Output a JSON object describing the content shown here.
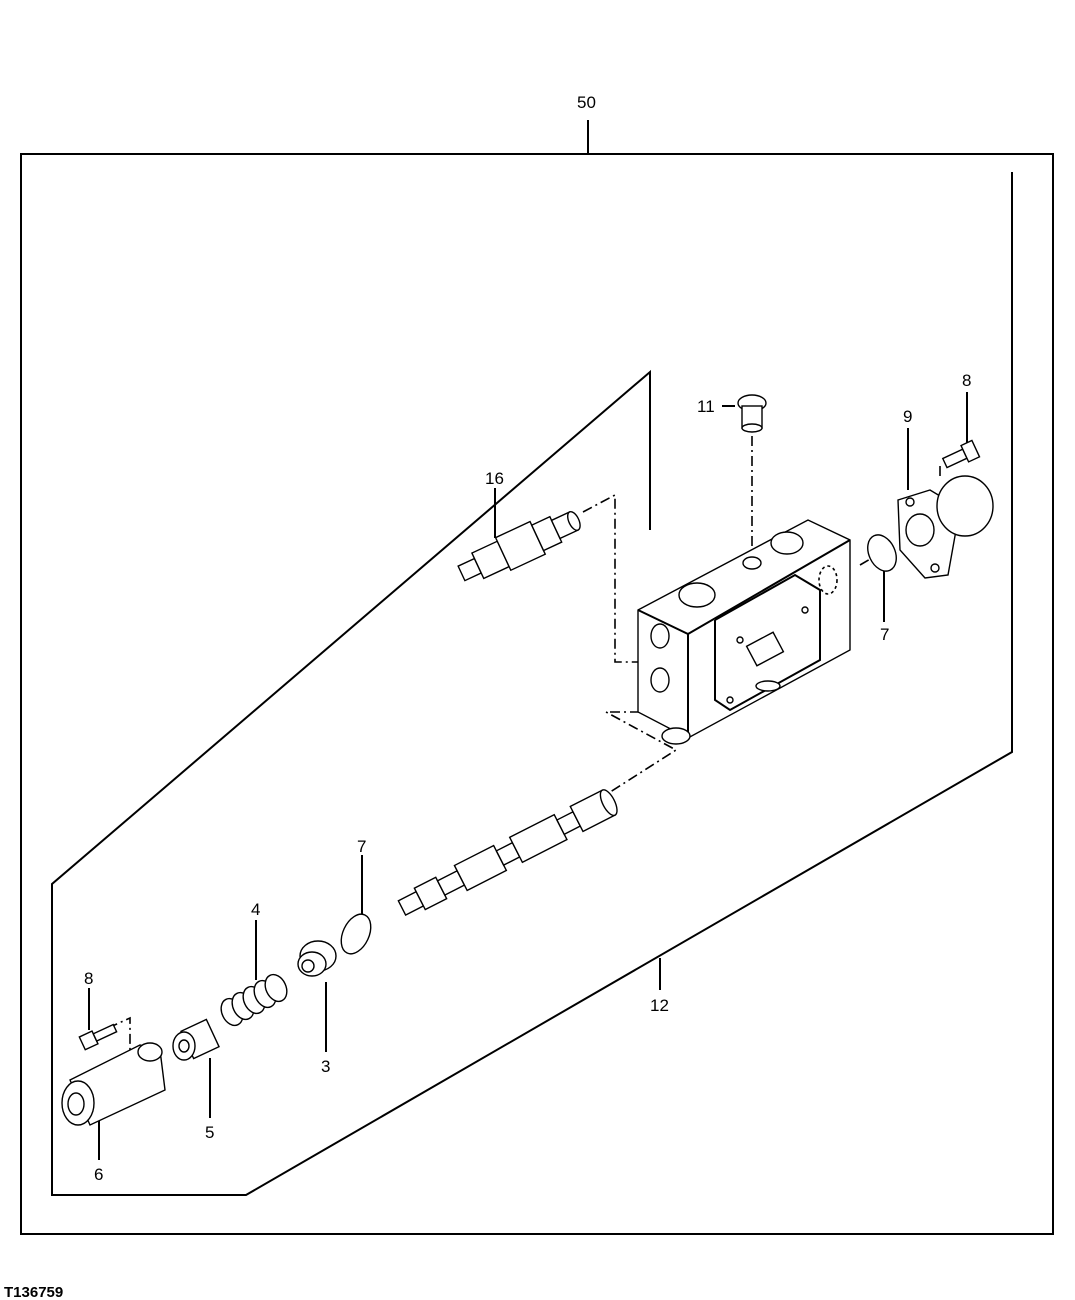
{
  "figure_id": "T136759",
  "callouts": {
    "assembly": "50",
    "section": "12",
    "plug": "11",
    "relief_valve": "16",
    "bolt_right": "8",
    "cover_right": "9",
    "oring_right": "7",
    "oring_left": "7",
    "spring": "4",
    "seat": "3",
    "bolt_left": "8",
    "stopper": "5",
    "cap": "6"
  }
}
